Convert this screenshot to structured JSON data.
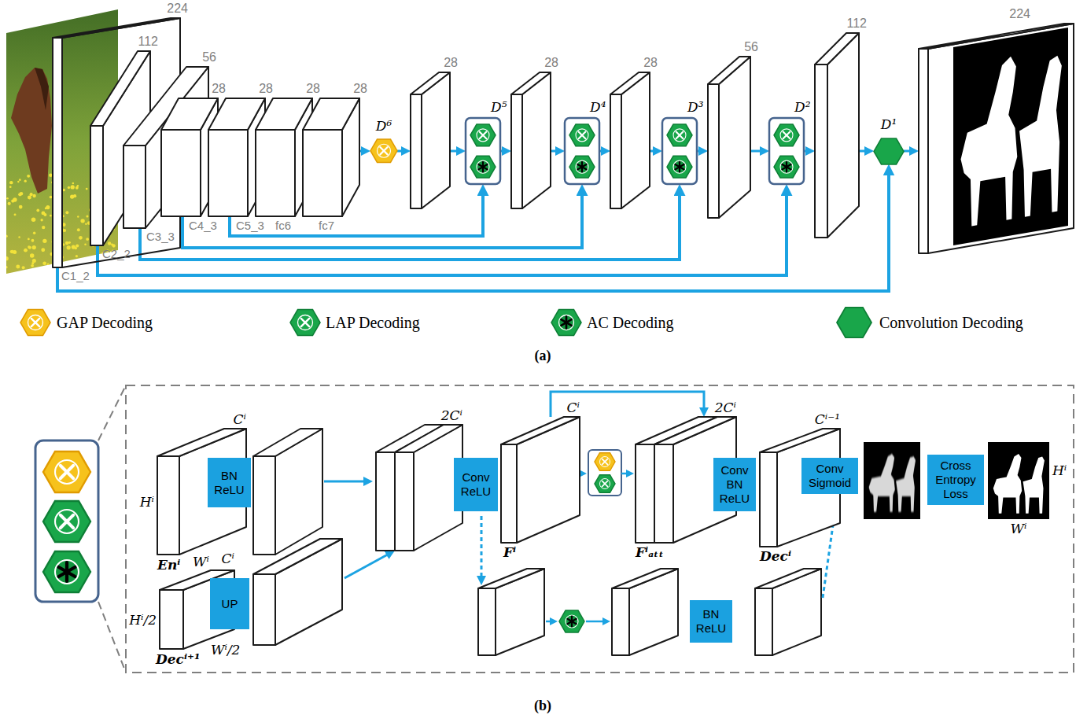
{
  "diagram": {
    "nodes": [
      {
        "text": [
          "224",
          "C1_2"
        ]
      },
      {
        "text": [
          "112",
          "C2_2"
        ]
      },
      {
        "text": [
          "56",
          "C3_3"
        ]
      },
      {
        "text": [
          "28",
          "C4_3"
        ]
      },
      {
        "text": [
          "28",
          "C5_3"
        ]
      },
      {
        "text": [
          "28",
          "fc6"
        ]
      },
      {
        "text": [
          "28",
          "fc7"
        ]
      },
      {
        "text": [
          "D⁶"
        ]
      },
      {
        "text": [
          "28"
        ]
      },
      {
        "text": [
          "D⁵"
        ]
      },
      {
        "text": [
          "28"
        ]
      },
      {
        "text": [
          "D⁴"
        ]
      },
      {
        "text": [
          "28"
        ]
      },
      {
        "text": [
          "D³"
        ]
      },
      {
        "text": [
          "56"
        ]
      },
      {
        "text": [
          "D²"
        ]
      },
      {
        "text": [
          "112"
        ]
      },
      {
        "text": [
          "D¹"
        ]
      },
      {
        "text": [
          "224"
        ]
      },
      {
        "text": [
          "Cⁱ",
          "Hⁱ",
          "Wⁱ",
          "Enⁱ"
        ]
      },
      {
        "text": [
          "BN ReLU"
        ]
      },
      {
        "text": [
          "Cⁱ",
          "Hⁱ/2",
          "Wⁱ/2",
          "Decⁱ⁺¹"
        ]
      },
      {
        "text": [
          "UP"
        ]
      },
      {
        "text": [
          "2Cⁱ"
        ]
      },
      {
        "text": [
          "Conv ReLU"
        ]
      },
      {
        "text": [
          "Cⁱ",
          "Fⁱ"
        ]
      },
      {
        "text": [
          "2Cⁱ",
          "Fⁱₐₜₜ"
        ]
      },
      {
        "text": [
          "Conv BN ReLU"
        ]
      },
      {
        "text": [
          "Cⁱ⁻¹",
          "Decⁱ"
        ]
      },
      {
        "text": [
          "Conv Sigmoid"
        ]
      },
      {
        "text": [
          "Cross Entropy Loss"
        ]
      },
      {
        "text": [
          "Hⁱ",
          "Wⁱ"
        ]
      },
      {
        "text": [
          "BN ReLU"
        ]
      }
    ],
    "edges": [
      {
        "from": 6,
        "to": 7,
        "arrow": "to"
      },
      {
        "from": 7,
        "to": 8,
        "arrow": "to"
      },
      {
        "from": 8,
        "to": 9,
        "arrow": "to"
      },
      {
        "from": 9,
        "to": 10,
        "arrow": "to"
      },
      {
        "from": 10,
        "to": 11,
        "arrow": "to"
      },
      {
        "from": 11,
        "to": 12,
        "arrow": "to"
      },
      {
        "from": 12,
        "to": 13,
        "arrow": "to"
      },
      {
        "from": 13,
        "to": 14,
        "arrow": "to"
      },
      {
        "from": 14,
        "to": 15,
        "arrow": "to"
      },
      {
        "from": 15,
        "to": 16,
        "arrow": "to"
      },
      {
        "from": 16,
        "to": 17,
        "arrow": "to"
      },
      {
        "from": 17,
        "to": 18,
        "arrow": "to"
      },
      {
        "from": 4,
        "to": 9,
        "arrow": "to"
      },
      {
        "from": 3,
        "to": 11,
        "arrow": "to"
      },
      {
        "from": 2,
        "to": 13,
        "arrow": "to"
      },
      {
        "from": 1,
        "to": 15,
        "arrow": "to"
      },
      {
        "from": 0,
        "to": 17,
        "arrow": "to"
      },
      {
        "from": 25,
        "to": 26,
        "arrow": "to"
      }
    ],
    "labels": [
      "(a)",
      "(b)"
    ],
    "legend": [
      {
        "text": "GAP Decoding"
      },
      {
        "text": "LAP Decoding"
      },
      {
        "text": "AC Decoding"
      },
      {
        "text": "Convolution Decoding"
      }
    ]
  }
}
